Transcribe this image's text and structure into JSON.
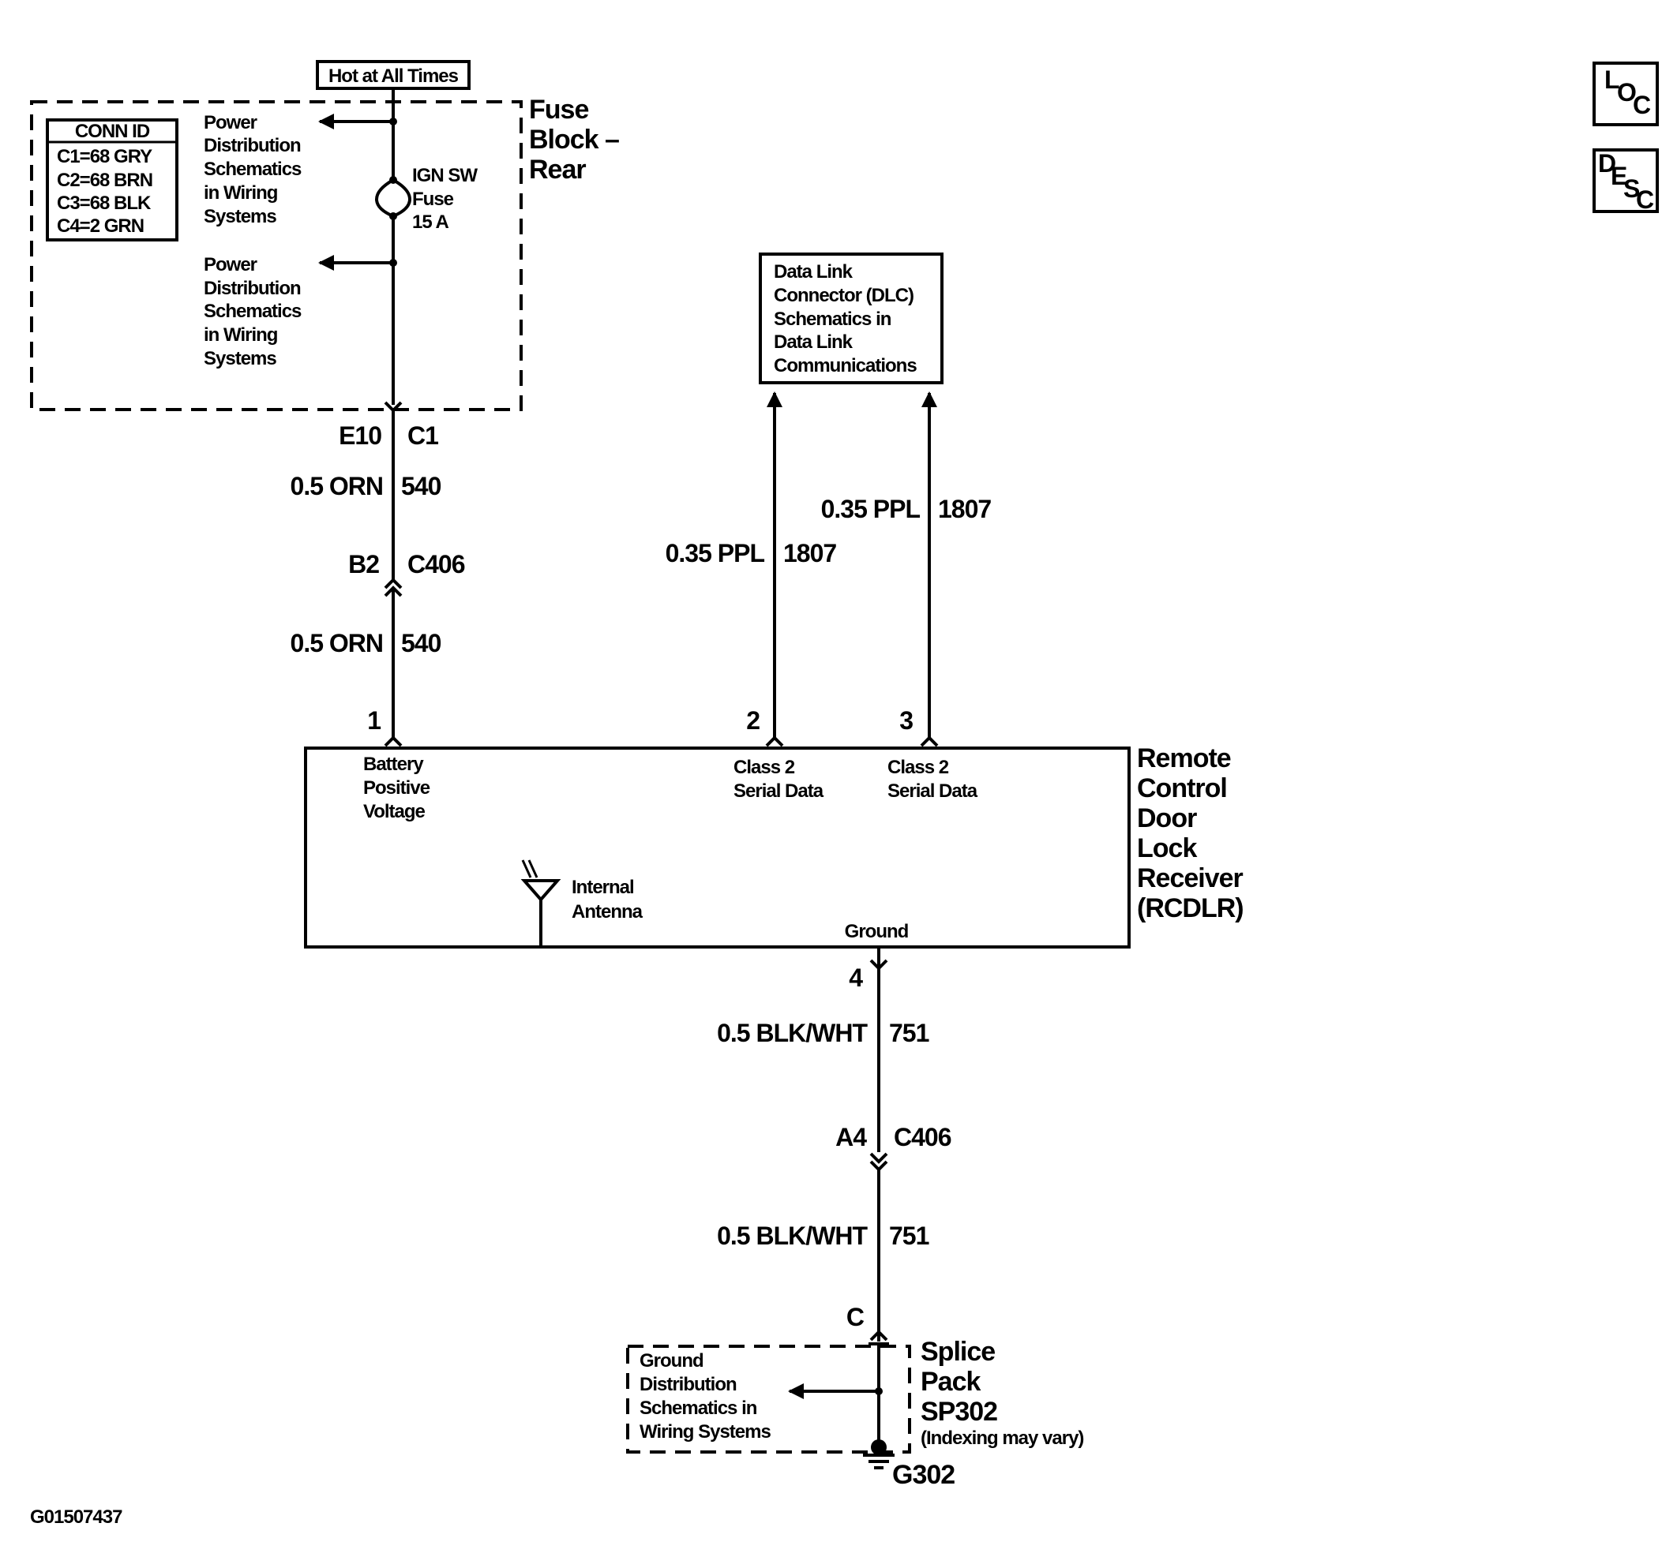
{
  "fuse_block": {
    "title_lines": [
      "Fuse",
      "Block –",
      "Rear"
    ],
    "hot_label": "Hot at All Times",
    "conn_id": {
      "header": "CONN ID",
      "rows": [
        "C1=68 GRY",
        "C2=68 BRN",
        "C3=68 BLK",
        "C4=2 GRN"
      ]
    },
    "power_ref_1": [
      "Power",
      "Distribution",
      "Schematics",
      "in Wiring",
      "Systems"
    ],
    "power_ref_2": [
      "Power",
      "Distribution",
      "Schematics",
      "in Wiring",
      "Systems"
    ],
    "fuse_label": [
      "IGN SW",
      "Fuse",
      "15 A"
    ]
  },
  "connectors": {
    "e10": "E10",
    "c1": "C1",
    "b2": "B2",
    "c406_upper": "C406",
    "a4": "A4",
    "c406_lower": "C406",
    "splice_c": "C"
  },
  "wires": {
    "orn_upper": {
      "gauge_color": "0.5 ORN",
      "circuit": "540"
    },
    "orn_lower": {
      "gauge_color": "0.5 ORN",
      "circuit": "540"
    },
    "ppl_left": {
      "gauge_color": "0.35 PPL",
      "circuit": "1807"
    },
    "ppl_right": {
      "gauge_color": "0.35 PPL",
      "circuit": "1807"
    },
    "blk_upper": {
      "gauge_color": "0.5 BLK/WHT",
      "circuit": "751"
    },
    "blk_lower": {
      "gauge_color": "0.5 BLK/WHT",
      "circuit": "751"
    }
  },
  "dlc_box": [
    "Data Link",
    "Connector (DLC)",
    "Schematics in",
    "Data Link",
    "Communications"
  ],
  "rcdlr": {
    "title_lines": [
      "Remote",
      "Control",
      "Door",
      "Lock",
      "Receiver",
      "(RCDLR)"
    ],
    "pins": [
      {
        "num": "1",
        "label_lines": [
          "Battery",
          "Positive",
          "Voltage"
        ]
      },
      {
        "num": "2",
        "label_lines": [
          "Class 2",
          "Serial Data"
        ]
      },
      {
        "num": "3",
        "label_lines": [
          "Class 2",
          "Serial Data"
        ]
      },
      {
        "num": "4",
        "label_lines": [
          "Ground"
        ]
      }
    ],
    "antenna_label": [
      "Internal",
      "Antenna"
    ]
  },
  "splice_pack": {
    "title_lines": [
      "Splice",
      "Pack",
      "SP302"
    ],
    "note": "(Indexing may vary)",
    "ground_ref": [
      "Ground",
      "Distribution",
      "Schematics in",
      "Wiring Systems"
    ]
  },
  "ground": "G302",
  "figure_id": "G01507437",
  "nav_icons": {
    "loc": {
      "letters": [
        "L",
        "O",
        "C"
      ]
    },
    "desc": {
      "letters": [
        "D",
        "E",
        "S",
        "C"
      ]
    }
  }
}
